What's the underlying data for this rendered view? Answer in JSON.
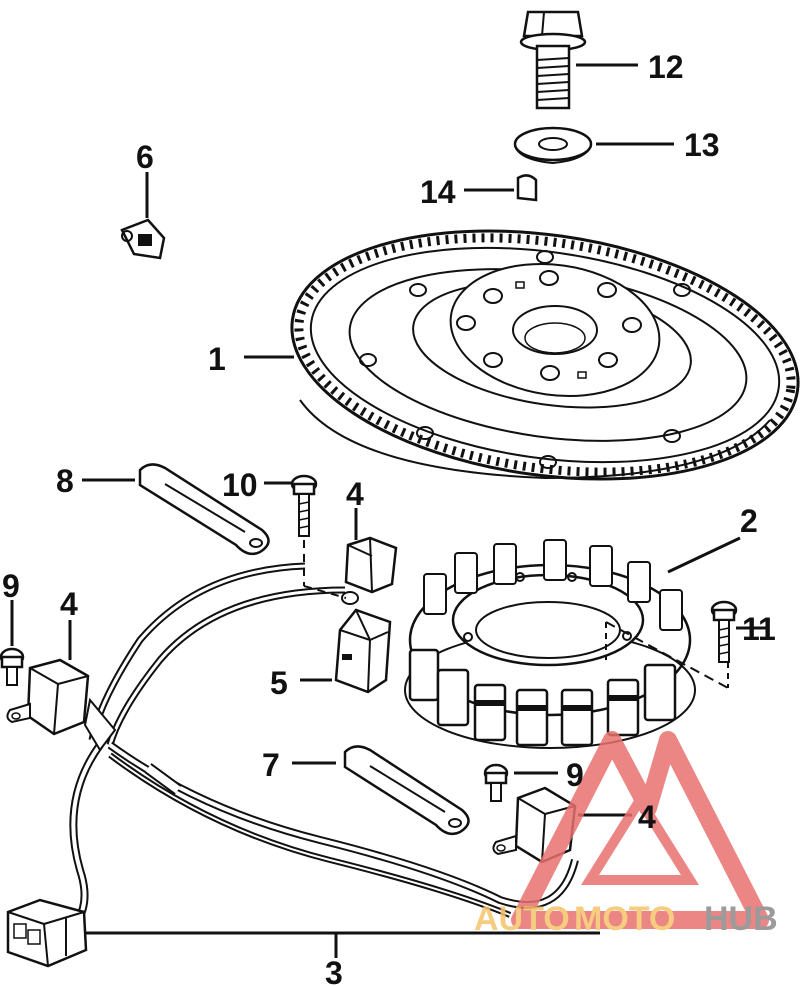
{
  "diagram": {
    "callouts": [
      {
        "id": "c1",
        "label": "1"
      },
      {
        "id": "c2",
        "label": "2"
      },
      {
        "id": "c3",
        "label": "3"
      },
      {
        "id": "c4a",
        "label": "4"
      },
      {
        "id": "c4b",
        "label": "4"
      },
      {
        "id": "c4c",
        "label": "4"
      },
      {
        "id": "c5",
        "label": "5"
      },
      {
        "id": "c6",
        "label": "6"
      },
      {
        "id": "c7",
        "label": "7"
      },
      {
        "id": "c8",
        "label": "8"
      },
      {
        "id": "c9a",
        "label": "9"
      },
      {
        "id": "c9b",
        "label": "9"
      },
      {
        "id": "c10",
        "label": "10"
      },
      {
        "id": "c11",
        "label": "11"
      },
      {
        "id": "c12",
        "label": "12"
      },
      {
        "id": "c13",
        "label": "13"
      },
      {
        "id": "c14",
        "label": "14"
      }
    ]
  },
  "watermark": {
    "part1": "AUTO",
    "part2": "MOTO",
    "part3": "HUB",
    "colors": {
      "red": "#e8716f",
      "orange": "#f5c46a",
      "gray": "#8a8a8a"
    }
  }
}
